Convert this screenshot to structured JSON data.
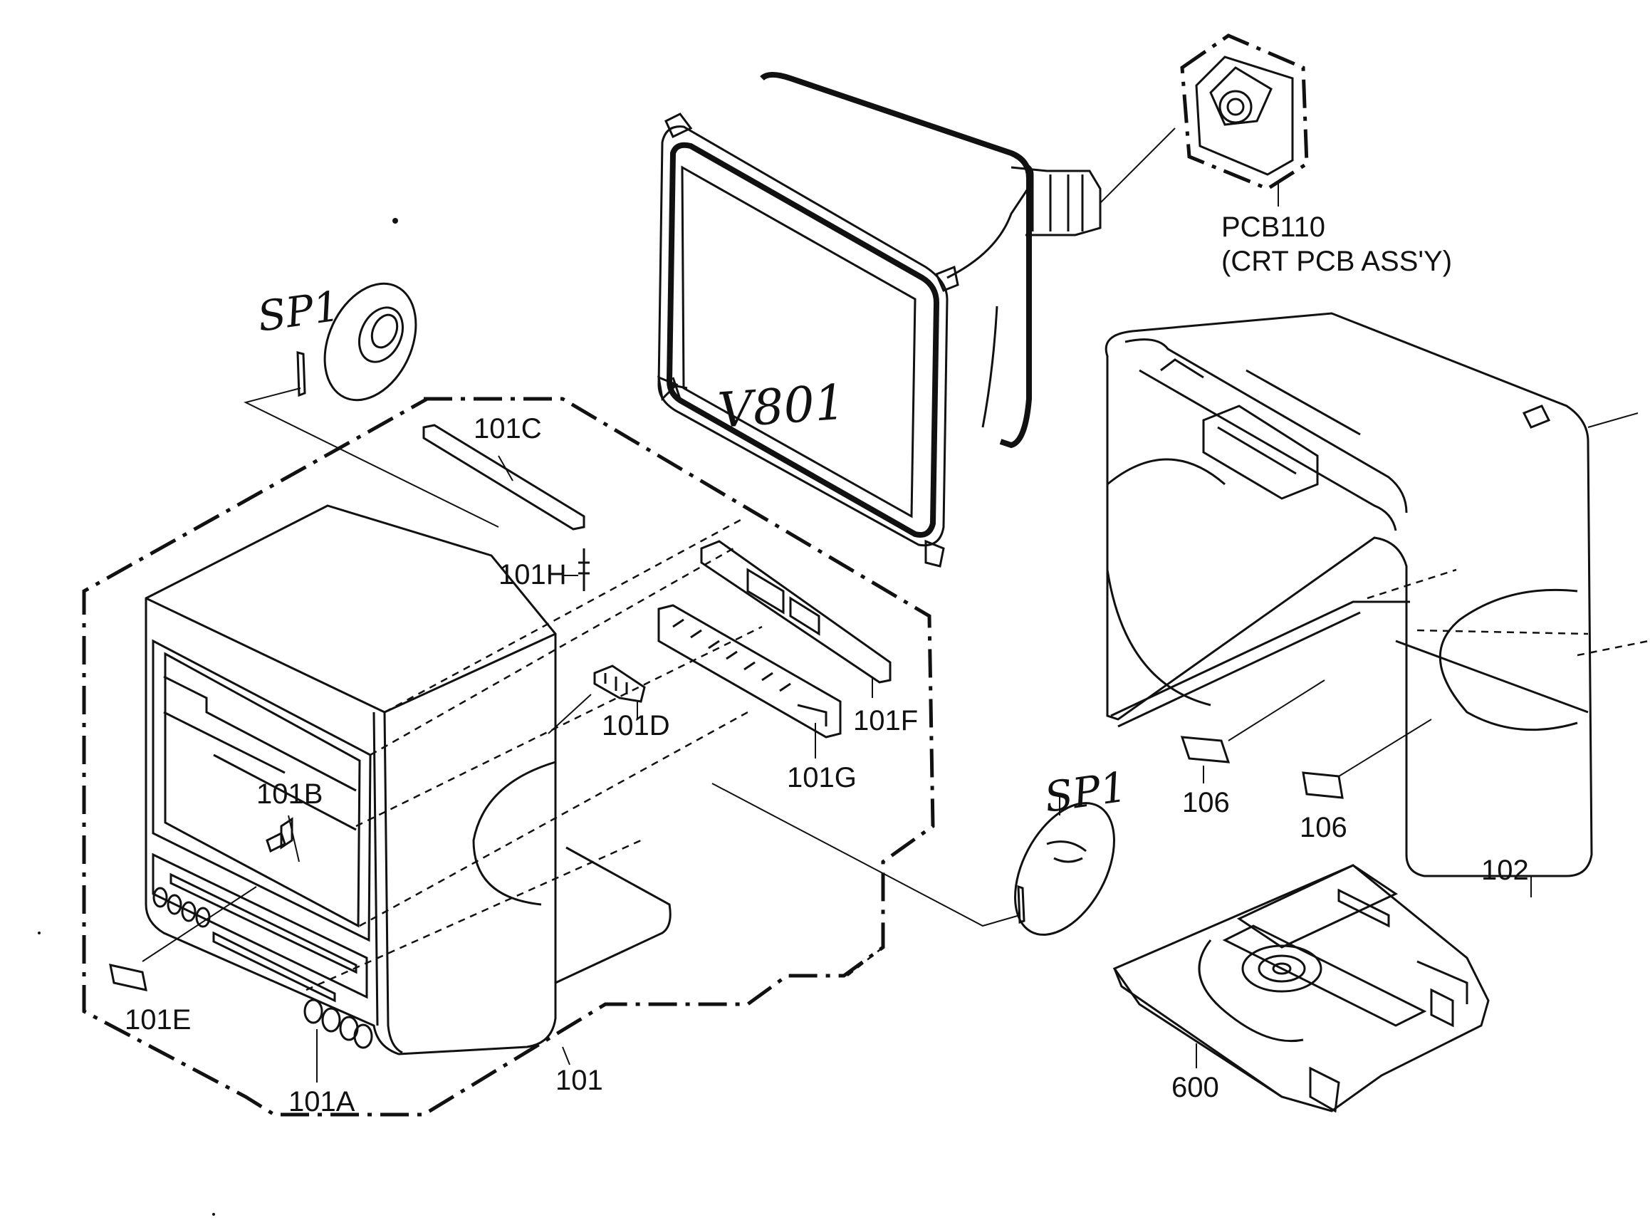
{
  "labels": {
    "pcb110": "PCB110",
    "pcb110_desc": "(CRT PCB ASS'Y)",
    "sp1_top": "SP1",
    "sp1_bottom": "SP1",
    "v801": "V801",
    "l101": "101",
    "l101a": "101A",
    "l101b": "101B",
    "l101c": "101C",
    "l101d": "101D",
    "l101e": "101E",
    "l101f": "101F",
    "l101g": "101G",
    "l101h": "101H",
    "l102": "102",
    "l106a": "106",
    "l106b": "106",
    "l600": "600"
  }
}
